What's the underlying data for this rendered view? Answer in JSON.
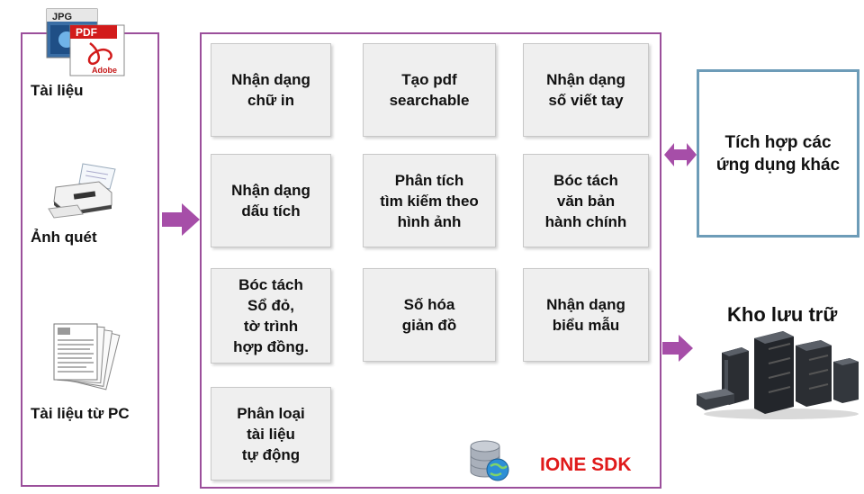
{
  "inputs": [
    {
      "label": "Tài liệu",
      "icon": "jpg-pdf-document-icon"
    },
    {
      "label": "Ảnh quét",
      "icon": "document-scanner-icon"
    },
    {
      "label": "Tài liệu từ PC",
      "icon": "paper-stack-icon"
    }
  ],
  "file_icon": {
    "jpg_text": "JPG",
    "pdf_text": "PDF",
    "adobe_text": "Adobe"
  },
  "modules": [
    {
      "label": "Nhận dạng\nchữ in"
    },
    {
      "label": "Tạo pdf\nsearchable"
    },
    {
      "label": "Nhận dạng\nsố viết tay"
    },
    {
      "label": "Nhận dạng\ndấu tích"
    },
    {
      "label": "Phân tích\ntìm kiếm theo\nhình ảnh"
    },
    {
      "label": "Bóc tách\nvăn bản\nhành chính"
    },
    {
      "label": "Bóc tách\nSổ đỏ,\ntờ trình\nhợp đồng."
    },
    {
      "label": "Số hóa\ngiản đồ"
    },
    {
      "label": "Nhận dạng\nbiểu mẫu"
    },
    {
      "label": "Phân loại\ntài liệu\ntự động"
    }
  ],
  "sdk": {
    "name": "IONE SDK",
    "icon": "database-globe-icon"
  },
  "integration": {
    "label": "Tích hợp các\nứng dụng khác"
  },
  "storage": {
    "label": "Kho lưu trữ",
    "icon": "server-storage-icon"
  },
  "colors": {
    "frame": "#9b4f9b",
    "arrow": "#a64ea8",
    "integration_border": "#6d9cb8",
    "sdk_name": "#e01a1a"
  }
}
